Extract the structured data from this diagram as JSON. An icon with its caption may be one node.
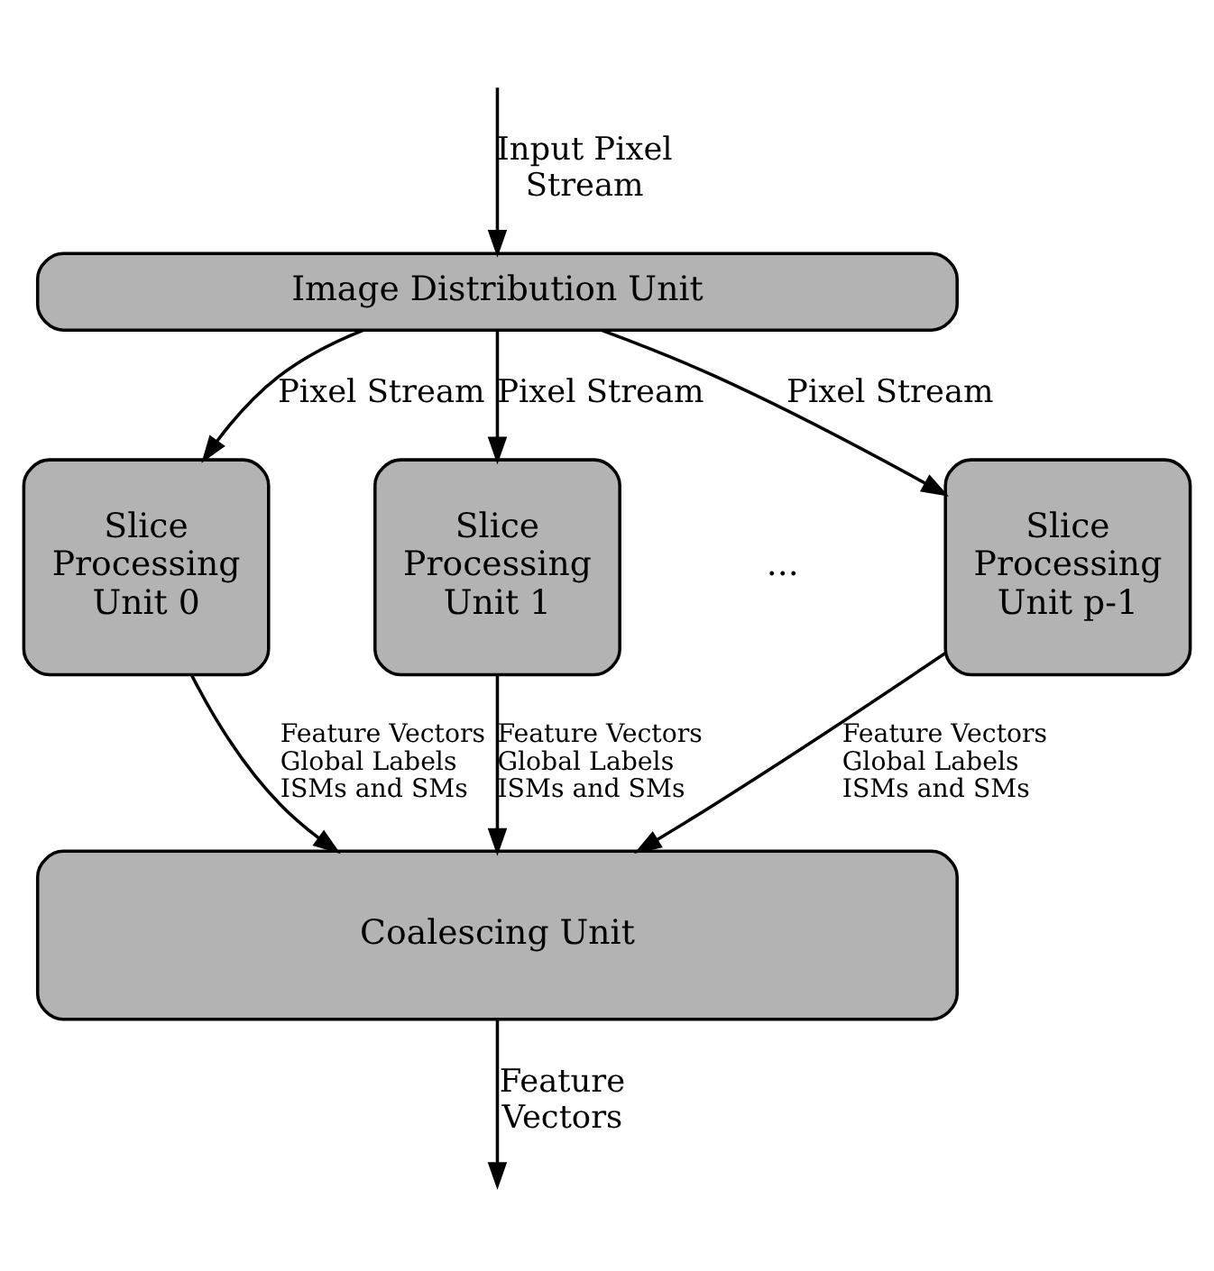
{
  "diagram": {
    "nodes": [
      {
        "text": [
          "Image Distribution Unit"
        ]
      },
      {
        "text": [
          "Slice Processing Unit 0"
        ]
      },
      {
        "text": [
          "Slice Processing Unit 1"
        ]
      },
      {
        "text": [
          "Slice Processing Unit p-1"
        ]
      },
      {
        "text": [
          "Coalescing Unit"
        ]
      }
    ],
    "edges": [
      {
        "from": null,
        "to": 0,
        "arrow": "to",
        "label": "Input Pixel Stream"
      },
      {
        "from": 0,
        "to": 1,
        "arrow": "to",
        "label": "Pixel Stream"
      },
      {
        "from": 0,
        "to": 2,
        "arrow": "to",
        "label": "Pixel Stream"
      },
      {
        "from": 0,
        "to": 3,
        "arrow": "to",
        "label": "Pixel Stream"
      },
      {
        "from": 1,
        "to": 4,
        "arrow": "to",
        "label": "Feature Vectors Global Labels ISMs and SMs"
      },
      {
        "from": 2,
        "to": 4,
        "arrow": "to",
        "label": "Feature Vectors Global Labels ISMs and SMs"
      },
      {
        "from": 3,
        "to": 4,
        "arrow": "to",
        "label": "Feature Vectors Global Labels ISMs and SMs"
      },
      {
        "from": 4,
        "to": null,
        "arrow": "to",
        "label": "Feature Vectors"
      }
    ],
    "labels": [
      "..."
    ]
  }
}
